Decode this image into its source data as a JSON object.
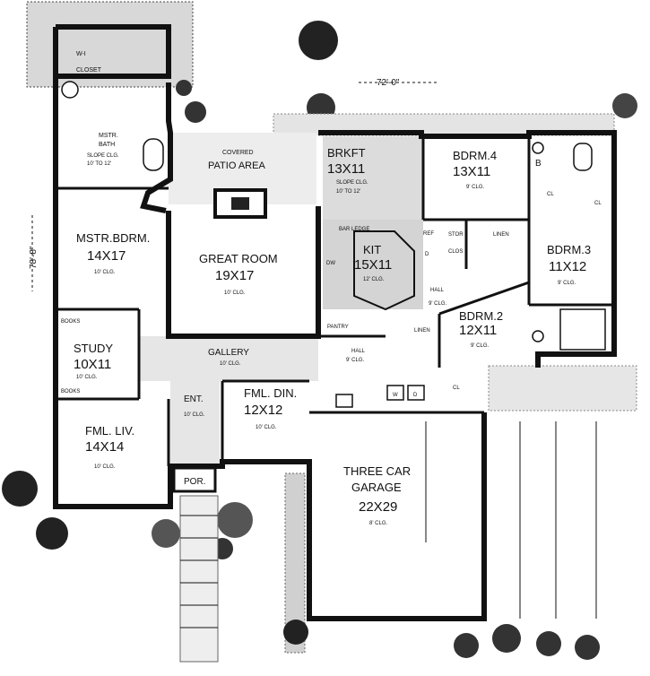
{
  "overall_width": "72'-0\"",
  "overall_depth": "78'-8\"",
  "rooms": {
    "wi_closet": {
      "name": "W-I",
      "name2": "CLOSET"
    },
    "master_bath": {
      "name": "MSTR.",
      "name2": "BATH",
      "ceiling": "SLOPE CLG.",
      "ceiling2": "10' TO 12'"
    },
    "covered_patio": {
      "name": "COVERED",
      "name2": "PATIO AREA"
    },
    "breakfast": {
      "name": "BRKFT",
      "dims": "13X11",
      "ceiling": "SLOPE CLG.",
      "ceiling2": "10' TO 12'"
    },
    "bedroom4": {
      "name": "BDRM.4",
      "dims": "13X11",
      "ceiling": "9' CLG."
    },
    "master_bedroom": {
      "name": "MSTR.BDRM.",
      "dims": "14X17",
      "ceiling": "10' CLG."
    },
    "great_room": {
      "name": "GREAT ROOM",
      "dims": "19X17",
      "ceiling": "10' CLG."
    },
    "kitchen": {
      "name": "KIT",
      "dims": "15X11",
      "ceiling": "12' CLG."
    },
    "bedroom3": {
      "name": "BDRM.3",
      "dims": "11X12",
      "ceiling": "9' CLG."
    },
    "study": {
      "name": "STUDY",
      "dims": "10X11",
      "ceiling": "10' CLG."
    },
    "bedroom2": {
      "name": "BDRM.2",
      "dims": "12X11",
      "ceiling": "9' CLG."
    },
    "family_living": {
      "name": "FML. LIV.",
      "dims": "14X14",
      "ceiling": "10' CLG."
    },
    "family_dining": {
      "name": "FML. DIN.",
      "dims": "12X12",
      "ceiling": "10' CLG."
    },
    "garage": {
      "name": "THREE CAR",
      "name2": "GARAGE",
      "dims": "22X29",
      "ceiling": "8' CLG."
    }
  },
  "labels": {
    "gallery": "GALLERY",
    "gallery_ceiling": "10' CLG.",
    "entry": "ENT.",
    "entry_ceiling": "10' CLG.",
    "porch": "POR.",
    "pantry": "PANTRY",
    "hall_lower": "HALL",
    "hall_lower_ceiling": "9' CLG.",
    "hall_upper": "HALL",
    "hall_upper_ceiling": "9' CLG.",
    "bar_ledge": "BAR LEDGE",
    "books_top": "BOOKS",
    "books_bottom": "BOOKS",
    "linen_upper": "LINEN",
    "linen_lower": "LINEN",
    "stor": "STOR",
    "clos": "CLOS",
    "ref": "REF",
    "dw": "DW",
    "d": "D",
    "b": "B",
    "cl_bdrm4": "CL",
    "cl_bdrm3": "CL",
    "cl_bdrm2": "CL",
    "w": "W",
    "dryer": "D"
  }
}
